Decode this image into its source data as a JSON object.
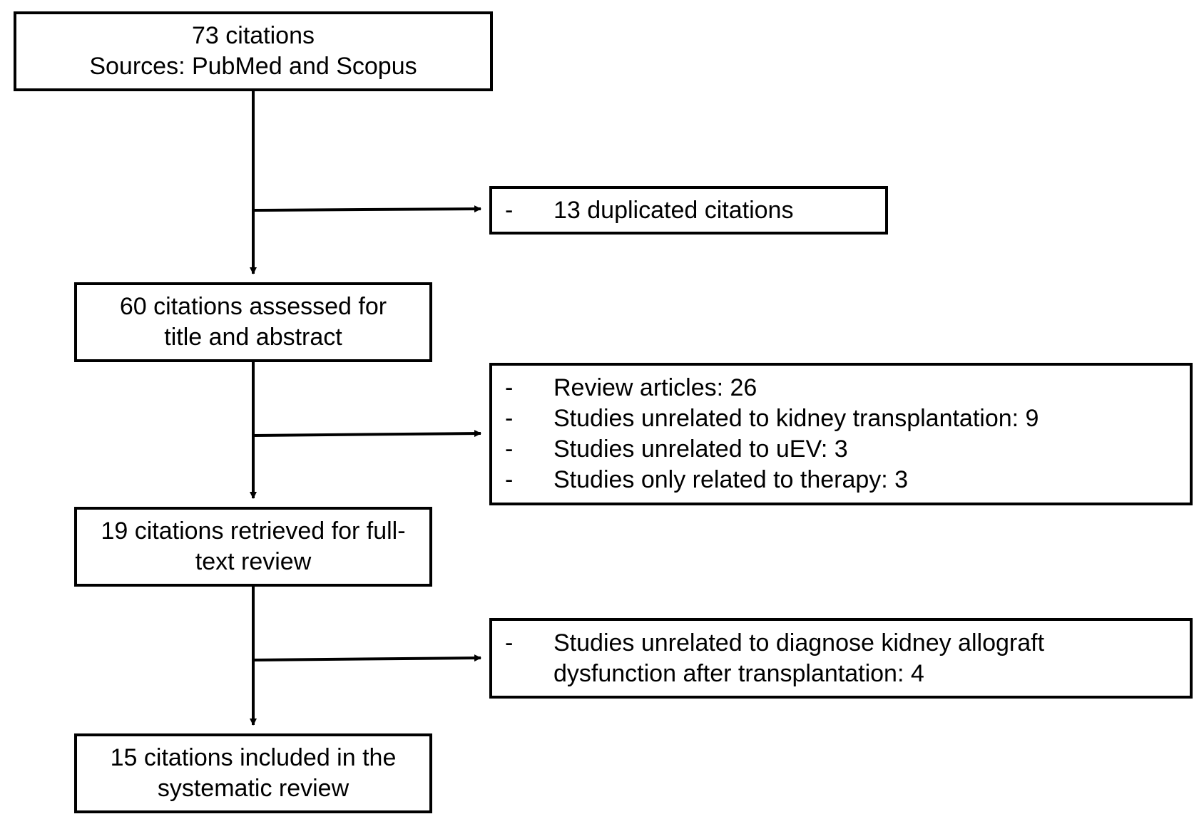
{
  "flow": {
    "step1": {
      "line1": "73 citations",
      "line2": "Sources: PubMed and Scopus"
    },
    "step2": {
      "line1": "60 citations assessed for",
      "line2": "title and abstract"
    },
    "step3": {
      "line1": "19 citations retrieved for full-",
      "line2": "text review"
    },
    "step4": {
      "line1": "15 citations included in the",
      "line2": "systematic review"
    }
  },
  "exclusions": {
    "first": {
      "items": [
        {
          "dash": "-",
          "text": "13 duplicated citations"
        }
      ]
    },
    "second": {
      "items": [
        {
          "dash": "-",
          "text": "Review articles: 26"
        },
        {
          "dash": "-",
          "text": "Studies unrelated to kidney transplantation: 9"
        },
        {
          "dash": "-",
          "text": "Studies unrelated to uEV: 3"
        },
        {
          "dash": "-",
          "text": "Studies only related to therapy: 3"
        }
      ]
    },
    "third": {
      "items": [
        {
          "dash": "-",
          "text": "Studies unrelated to diagnose kidney allograft dysfunction after transplantation: 4"
        }
      ]
    }
  },
  "colors": {
    "line": "#000000",
    "background": "#ffffff"
  }
}
